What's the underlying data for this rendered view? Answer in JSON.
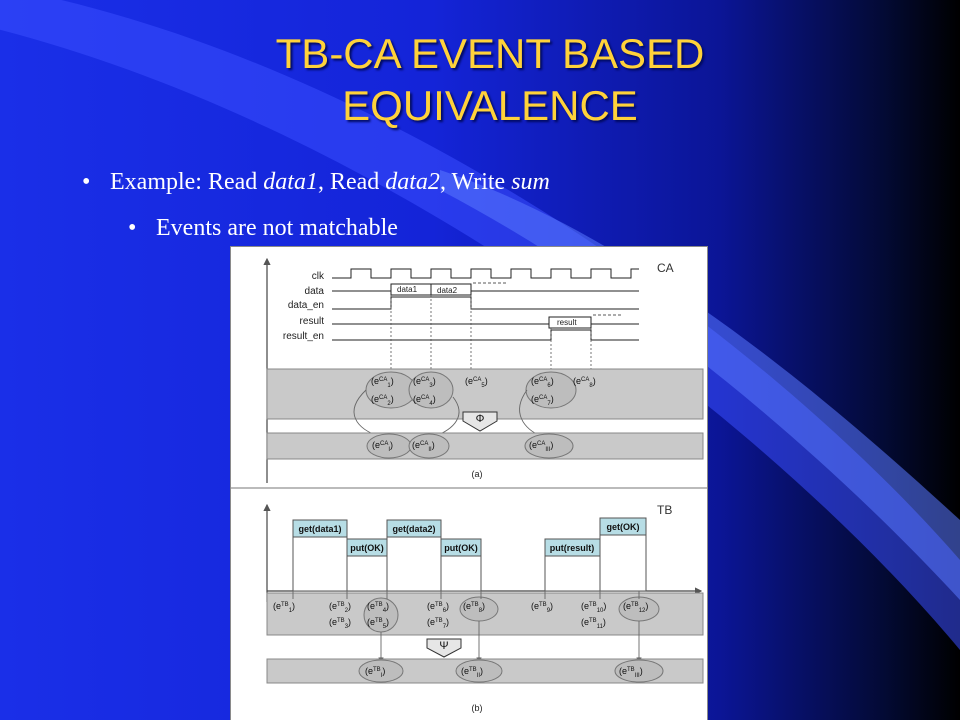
{
  "slide": {
    "title_line1": "TB-CA EVENT BASED",
    "title_line2": "EQUIVALENCE",
    "title_color": "#ffd23a",
    "bullets": [
      {
        "level": 1,
        "parts": [
          {
            "text": "Example: Read ",
            "italic": false
          },
          {
            "text": "data1",
            "italic": true
          },
          {
            "text": ", Read ",
            "italic": false
          },
          {
            "text": "data2",
            "italic": true
          },
          {
            "text": ", Write ",
            "italic": false
          },
          {
            "text": "sum",
            "italic": true
          }
        ]
      },
      {
        "level": 2,
        "parts": [
          {
            "text": "Events are not matchable",
            "italic": false
          }
        ]
      }
    ]
  },
  "figure": {
    "ca": {
      "label": "CA",
      "caption": "(a)",
      "signals": [
        "clk",
        "data",
        "data_en",
        "result",
        "result_en"
      ],
      "data_values": [
        "data1",
        "data2"
      ],
      "result_value": "result",
      "map_symbol": "Φ",
      "events_level1": [
        {
          "b": "e",
          "s": "CA",
          "sub": "1"
        },
        {
          "b": "e",
          "s": "CA",
          "sub": "3"
        },
        {
          "b": "e",
          "s": "CA",
          "sub": "5"
        },
        {
          "b": "e",
          "s": "CA",
          "sub": "6"
        },
        {
          "b": "e",
          "s": "CA",
          "sub": "8"
        },
        {
          "b": "e",
          "s": "CA",
          "sub": "2"
        },
        {
          "b": "e",
          "s": "CA",
          "sub": "4"
        },
        {
          "b": "e",
          "s": "CA",
          "sub": "7"
        }
      ],
      "events_level2": [
        {
          "b": "e",
          "s": "CA",
          "sub": "I"
        },
        {
          "b": "e",
          "s": "CA",
          "sub": "II"
        },
        {
          "b": "e",
          "s": "CA",
          "sub": "III"
        }
      ]
    },
    "tb": {
      "label": "TB",
      "caption": "(b)",
      "map_symbol": "Ψ",
      "transactions": [
        "get(data1)",
        "get(data2)",
        "get(OK)",
        "put(OK)",
        "put(OK)",
        "put(result)"
      ],
      "events_level1": [
        {
          "b": "e",
          "s": "TB",
          "sub": "1"
        },
        {
          "b": "e",
          "s": "TB",
          "sub": "2"
        },
        {
          "b": "e",
          "s": "TB",
          "sub": "4"
        },
        {
          "b": "e",
          "s": "TB",
          "sub": "6"
        },
        {
          "b": "e",
          "s": "TB",
          "sub": "8"
        },
        {
          "b": "e",
          "s": "TB",
          "sub": "9"
        },
        {
          "b": "e",
          "s": "TB",
          "sub": "10"
        },
        {
          "b": "e",
          "s": "TB",
          "sub": "12"
        },
        {
          "b": "e",
          "s": "TB",
          "sub": "3"
        },
        {
          "b": "e",
          "s": "TB",
          "sub": "5"
        },
        {
          "b": "e",
          "s": "TB",
          "sub": "7"
        },
        {
          "b": "e",
          "s": "TB",
          "sub": "11"
        }
      ],
      "events_level2": [
        {
          "b": "e",
          "s": "TB",
          "sub": "I"
        },
        {
          "b": "e",
          "s": "TB",
          "sub": "II"
        },
        {
          "b": "e",
          "s": "TB",
          "sub": "III"
        }
      ]
    }
  }
}
